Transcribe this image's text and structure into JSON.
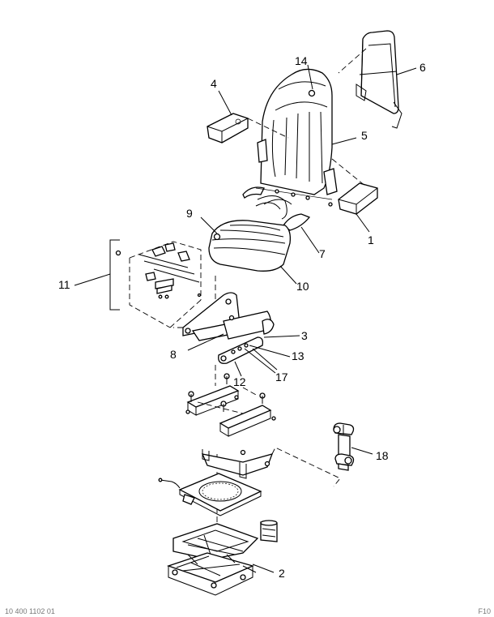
{
  "callouts": {
    "c1": "1",
    "c2": "2",
    "c3": "3",
    "c4": "4",
    "c5": "5",
    "c6": "6",
    "c7": "7",
    "c8": "8",
    "c9": "9",
    "c10": "10",
    "c11": "11",
    "c12": "12",
    "c13": "13",
    "c14": "14",
    "c17": "17",
    "c18": "18"
  },
  "footer": {
    "left": "10 400 1102 01",
    "right": "F10"
  }
}
